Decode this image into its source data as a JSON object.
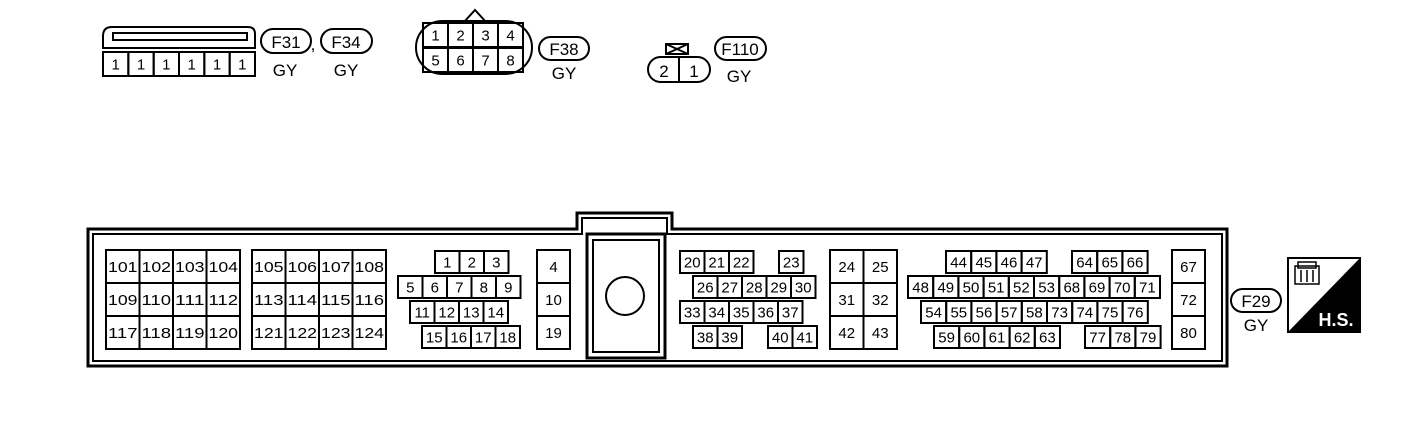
{
  "connectors": {
    "f31": {
      "ids": [
        "F31",
        "F34"
      ],
      "separator": ",",
      "color_labels": [
        "GY",
        "GY"
      ],
      "pins": [
        "1",
        "1",
        "1",
        "1",
        "1",
        "1"
      ]
    },
    "f38": {
      "id": "F38",
      "color_label": "GY",
      "pins_top": [
        "1",
        "2",
        "3",
        "4"
      ],
      "pins_bottom": [
        "5",
        "6",
        "7",
        "8"
      ]
    },
    "f110": {
      "id": "F110",
      "color_label": "GY",
      "pins": [
        "2",
        "1"
      ]
    },
    "f29": {
      "id": "F29",
      "color_label": "GY",
      "blockA": {
        "rows": [
          [
            "101",
            "102",
            "103",
            "104"
          ],
          [
            "109",
            "110",
            "111",
            "112"
          ],
          [
            "117",
            "118",
            "119",
            "120"
          ]
        ]
      },
      "blockB": {
        "rows": [
          [
            "105",
            "106",
            "107",
            "108"
          ],
          [
            "113",
            "114",
            "115",
            "116"
          ],
          [
            "121",
            "122",
            "123",
            "124"
          ]
        ]
      },
      "blockC": {
        "row1": [
          "1",
          "2",
          "3"
        ],
        "row2": [
          "5",
          "6",
          "7",
          "8",
          "9"
        ],
        "row3": [
          "11",
          "12",
          "13",
          "14"
        ],
        "row4": [
          "15",
          "16",
          "17",
          "18"
        ]
      },
      "blockD": [
        "4",
        "10",
        "19"
      ],
      "blockE": {
        "row1a": [
          "20",
          "21",
          "22"
        ],
        "row1b": [
          "23"
        ],
        "row2": [
          "26",
          "27",
          "28",
          "29",
          "30"
        ],
        "row3": [
          "33",
          "34",
          "35",
          "36",
          "37"
        ],
        "row4a": [
          "38",
          "39"
        ],
        "row4b": [
          "40",
          "41"
        ]
      },
      "blockF": {
        "rows": [
          [
            "24",
            "25"
          ],
          [
            "31",
            "32"
          ],
          [
            "42",
            "43"
          ]
        ]
      },
      "blockG": {
        "row1a": [
          "44",
          "45",
          "46",
          "47"
        ],
        "row1b": [
          "64",
          "65",
          "66"
        ],
        "row2": [
          "48",
          "49",
          "50",
          "51",
          "52",
          "53",
          "68",
          "69",
          "70",
          "71"
        ],
        "row3": [
          "54",
          "55",
          "56",
          "57",
          "58",
          "73",
          "74",
          "75",
          "76"
        ],
        "row4a": [
          "59",
          "60",
          "61",
          "62",
          "63"
        ],
        "row4b": [
          "77",
          "78",
          "79"
        ]
      },
      "blockH": [
        "67",
        "72",
        "80"
      ]
    }
  },
  "hs_badge": {
    "label": "H.S."
  }
}
